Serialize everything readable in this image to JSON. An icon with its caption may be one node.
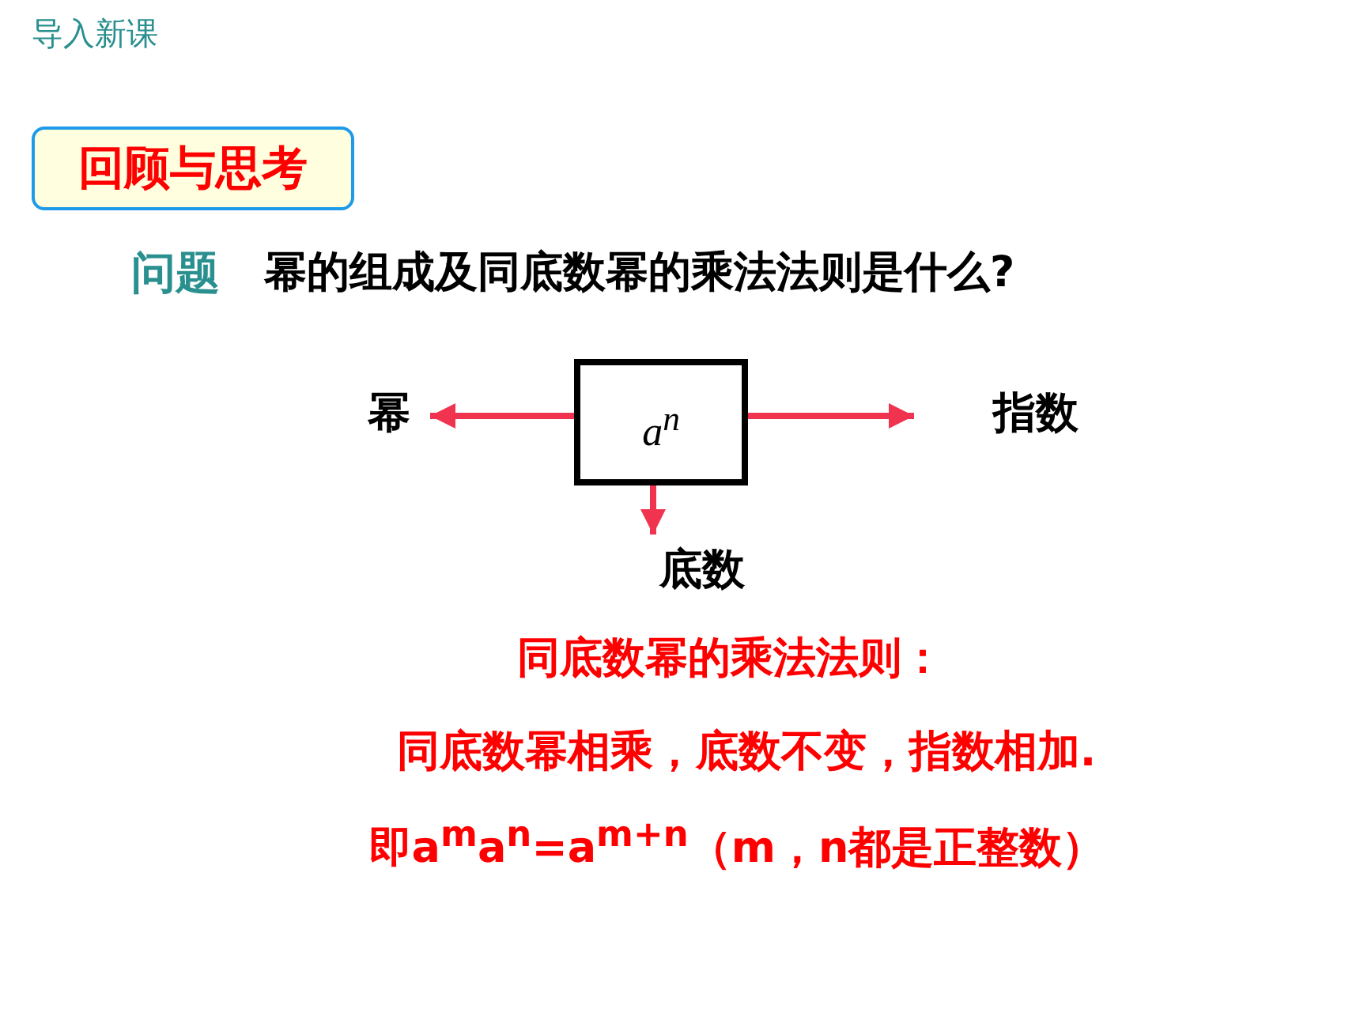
{
  "diagram": {
    "nodes": [
      {
        "text": [
          "回顾与思考"
        ]
      },
      {
        "text": [
          "a$^{n}$"
        ]
      },
      {
        "text": [
          "幂"
        ]
      },
      {
        "text": [
          "指数"
        ]
      },
      {
        "text": [
          "底数"
        ]
      }
    ],
    "edges": [
      {
        "from": 1,
        "to": 2,
        "arrow": "to"
      },
      {
        "from": 1,
        "to": 3,
        "arrow": "to"
      },
      {
        "from": 1,
        "to": 4,
        "arrow": "to"
      }
    ],
    "labels": [
      "导入新课",
      "问题",
      "幂的组成及同底数幂的乘法法则是什么?",
      "同底数幂的乘法法则：",
      "同底数幂相乘，底数不变，指数相加.",
      "即a$^{m}$a$^{n}$=a$^{m+n}$（m，n都是正整数）"
    ]
  }
}
